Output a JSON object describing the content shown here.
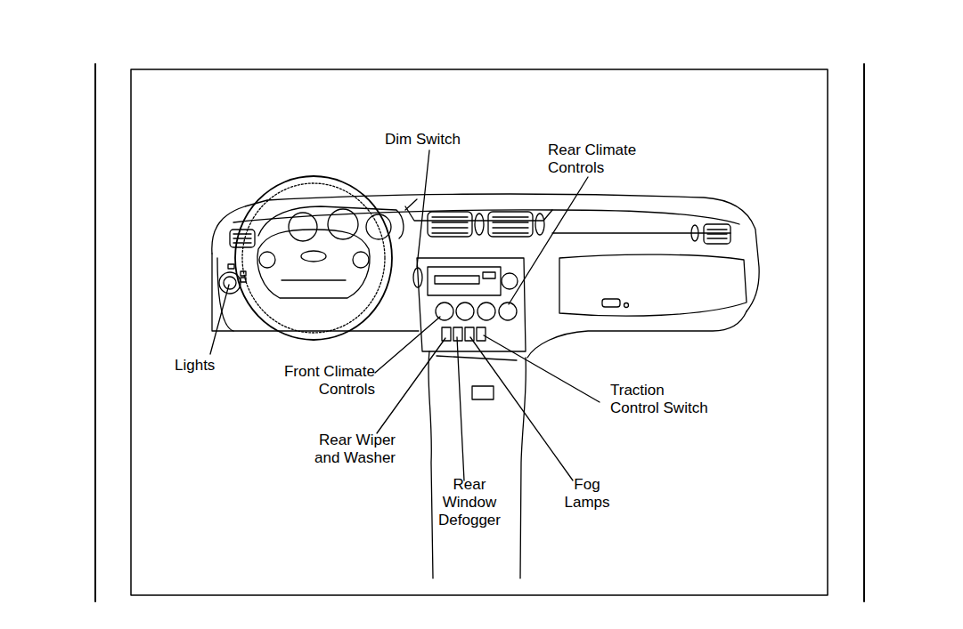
{
  "diagram": {
    "labels": [
      "Dim Switch",
      "Rear Climate Controls",
      "Lights",
      "Front Climate Controls",
      "Rear Wiper and Washer",
      "Rear Window Defogger",
      "Fog Lamps",
      "Traction Control Switch"
    ]
  }
}
